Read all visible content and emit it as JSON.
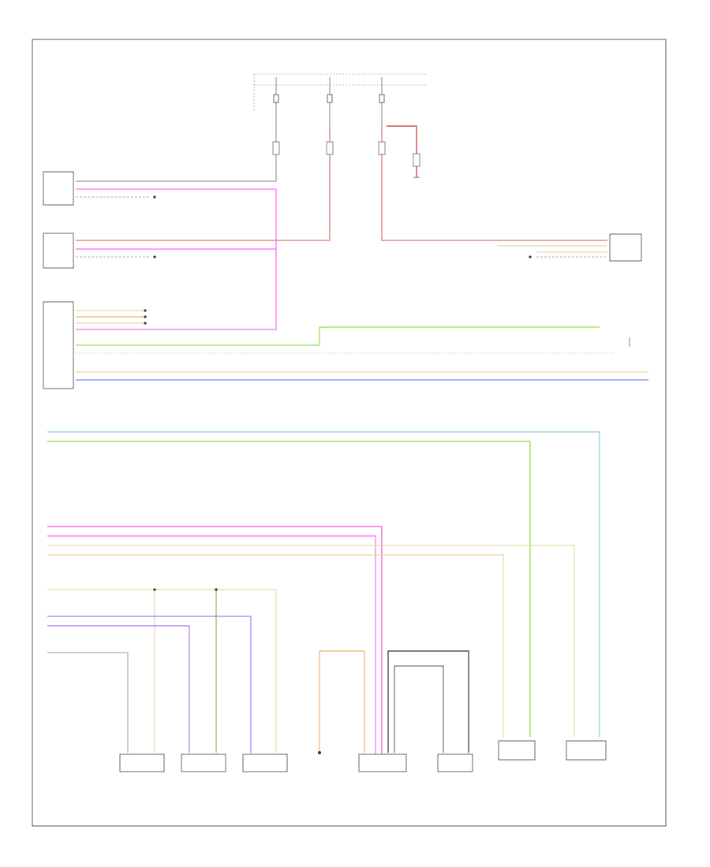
{
  "diagram": {
    "page_label": "",
    "colors": {
      "red": "#e07070",
      "pink": "#ff66ff",
      "magenta": "#ee55cc",
      "gray": "#999999",
      "black": "#333333",
      "green": "#99dd44",
      "tan": "#e8d8a8",
      "blue": "#8888ff",
      "cyan": "#88ccdd",
      "olive": "#aaaa44",
      "orange": "#e8b860",
      "brown": "#997755",
      "violet": "#aa77ee"
    },
    "components": [
      {
        "id": "sensor-a",
        "label": ""
      },
      {
        "id": "sensor-b",
        "label": ""
      },
      {
        "id": "control-module",
        "label": ""
      },
      {
        "id": "sensor-right",
        "label": ""
      },
      {
        "id": "actuator-1",
        "label": ""
      },
      {
        "id": "actuator-2",
        "label": ""
      },
      {
        "id": "actuator-3",
        "label": ""
      },
      {
        "id": "module-center",
        "label": ""
      },
      {
        "id": "sensor-4",
        "label": ""
      },
      {
        "id": "sensor-5",
        "label": ""
      },
      {
        "id": "sensor-6",
        "label": ""
      }
    ]
  }
}
